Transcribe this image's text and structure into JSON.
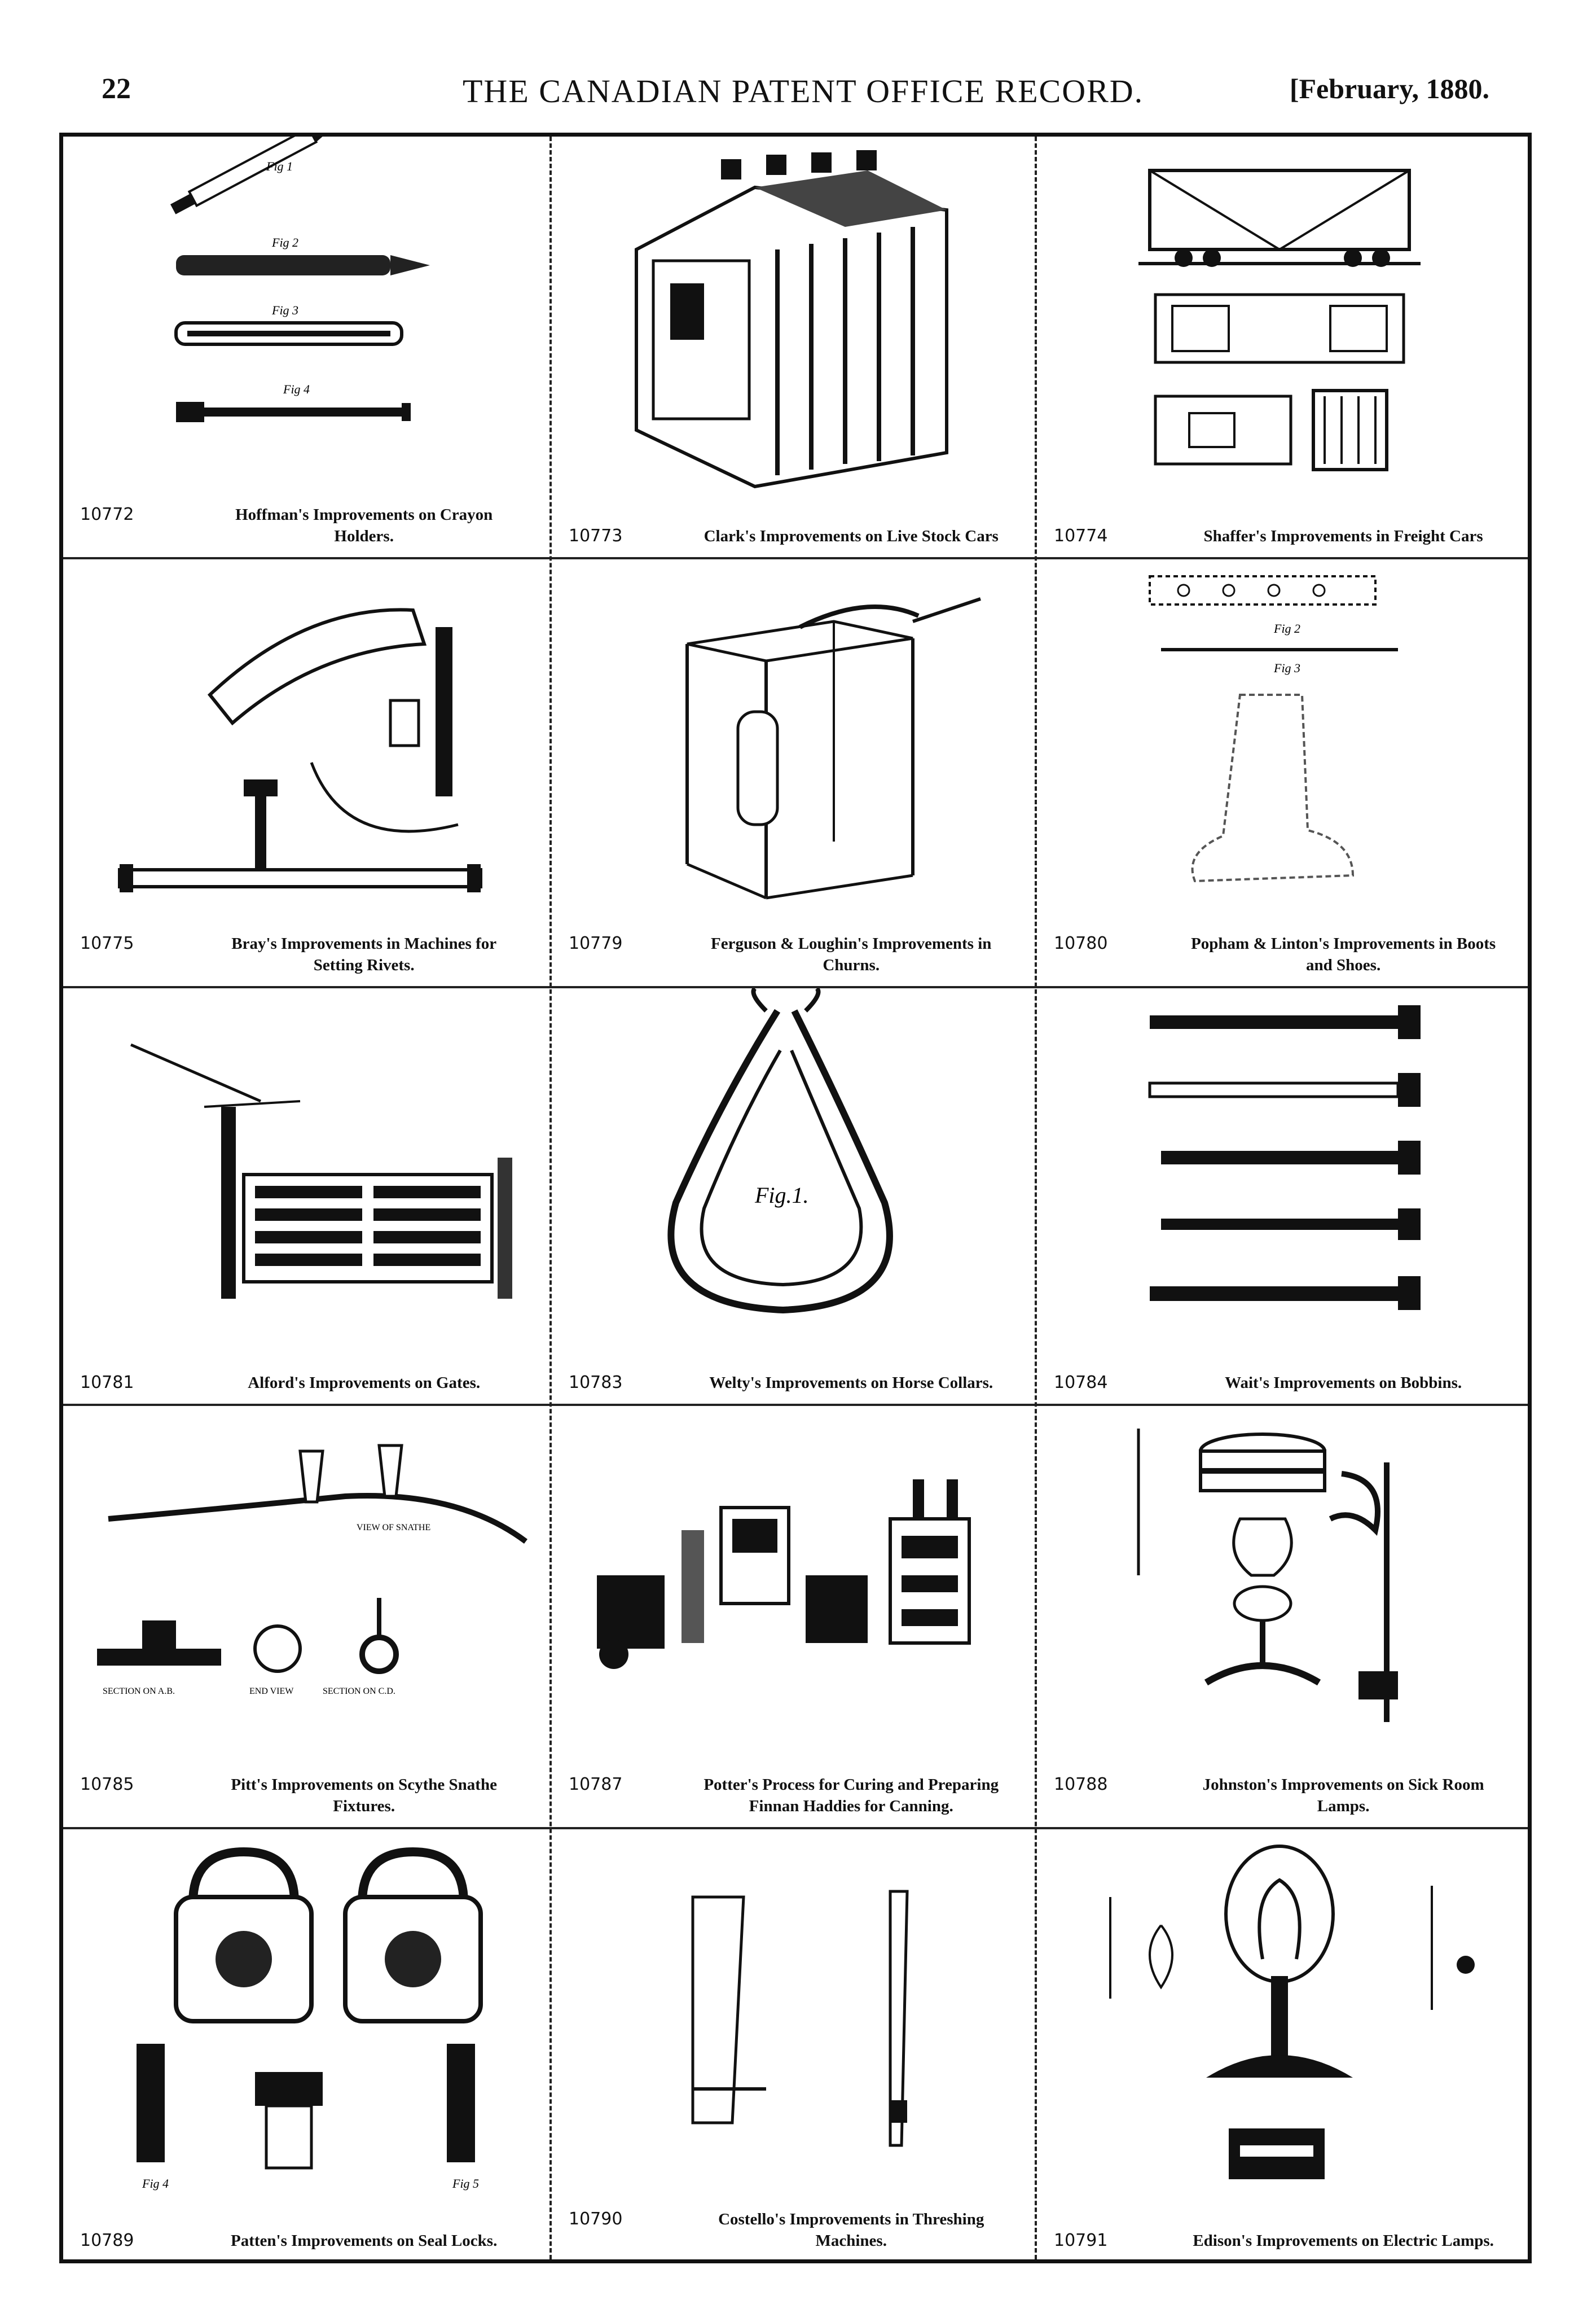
{
  "header": {
    "page_number": "22",
    "journal_title": "THE CANADIAN PATENT OFFICE RECORD.",
    "issue_date": "[February, 1880."
  },
  "patents": [
    {
      "number": "10772",
      "title": "Hoffman's Improvements on Crayon Holders."
    },
    {
      "number": "10773",
      "title": "Clark's Improvements on Live Stock Cars"
    },
    {
      "number": "10774",
      "title": "Shaffer's Improvements in Freight Cars"
    },
    {
      "number": "10775",
      "title": "Bray's Improvements in Machines for Setting Rivets."
    },
    {
      "number": "10779",
      "title": "Ferguson & Loughin's Improvements in Churns."
    },
    {
      "number": "10780",
      "title": "Popham & Linton's Improvements in Boots and Shoes."
    },
    {
      "number": "10781",
      "title": "Alford's Improvements on Gates."
    },
    {
      "number": "10783",
      "title": "Welty's Improvements on Horse Collars."
    },
    {
      "number": "10784",
      "title": "Wait's Improvements on Bobbins."
    },
    {
      "number": "10785",
      "title": "Pitt's Improvements on Scythe Snathe Fixtures."
    },
    {
      "number": "10787",
      "title": "Potter's Process for Curing and Preparing Finnan Haddies for Canning."
    },
    {
      "number": "10788",
      "title": "Johnston's Improvements on Sick Room Lamps."
    },
    {
      "number": "10789",
      "title": "Patten's Improvements on Seal Locks."
    },
    {
      "number": "10790",
      "title": "Costello's Improvements in Threshing Machines."
    },
    {
      "number": "10791",
      "title": "Edison's Improvements on Electric Lamps."
    }
  ],
  "figure_labels": {
    "fig1": "Fig 1",
    "fig2": "Fig 2",
    "fig3": "Fig 3",
    "fig4": "Fig 4",
    "fig5": "Fig 5",
    "fig_1_collar": "Fig.1.",
    "view_snathe": "VIEW OF SNATHE",
    "section_ab": "SECTION ON A.B.",
    "end_view": "END VIEW",
    "section_cd": "SECTION ON C.D."
  }
}
